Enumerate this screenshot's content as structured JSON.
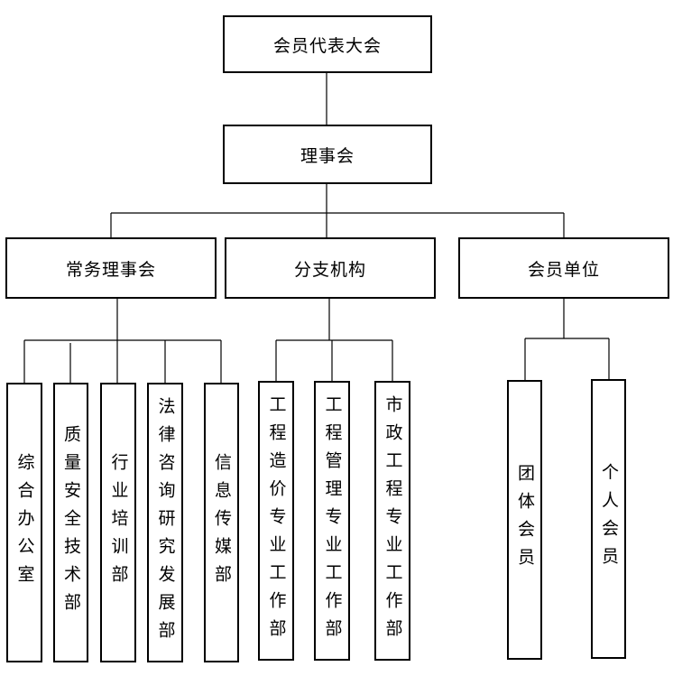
{
  "diagram": {
    "level1": {
      "label": "会员代表大会"
    },
    "level2": {
      "label": "理事会"
    },
    "level3": [
      {
        "id": "changwu",
        "label": "常务理事会"
      },
      {
        "id": "fenzhi",
        "label": "分支机构"
      },
      {
        "id": "huiyuan",
        "label": "会员单位"
      }
    ],
    "changwu_depts": [
      {
        "label": "综合办公室"
      },
      {
        "label": "质量安全技术部"
      },
      {
        "label": "行业培训部"
      },
      {
        "label": "法律咨询研究发展部"
      },
      {
        "label": "信息传媒部"
      }
    ],
    "fenzhi_depts": [
      {
        "label": "工程造价专业工作部"
      },
      {
        "label": "工程管理专业工作部"
      },
      {
        "label": "市政工程专业工作部"
      }
    ],
    "huiyuan_types": [
      {
        "label": "团体会员"
      },
      {
        "label": "个人会员"
      }
    ],
    "line_color": "#000000"
  }
}
